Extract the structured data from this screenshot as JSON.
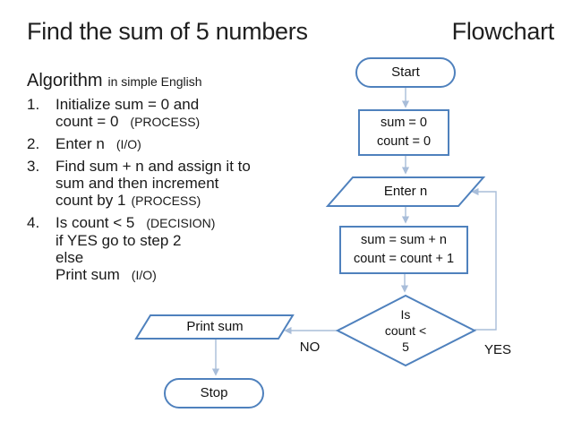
{
  "header": {
    "title": "Find the sum of 5 numbers",
    "right_label": "Flowchart"
  },
  "algorithm": {
    "heading": "Algorithm",
    "heading_note": "in simple English",
    "steps": [
      {
        "num": "1.",
        "line1": "Initialize sum = 0 and",
        "line2": "count = 0",
        "tag1": "(PROCESS)"
      },
      {
        "num": "2.",
        "line1": "Enter n",
        "tag1": "(I/O)"
      },
      {
        "num": "3.",
        "line1": "Find sum + n and assign it to",
        "line2": "sum and then increment",
        "line3": "count by 1",
        "tag1": "(PROCESS)"
      },
      {
        "num": "4.",
        "line1": "Is count < 5",
        "tag1": "(DECISION)",
        "line2": "if YES go to step 2",
        "line3": "else",
        "line4": "Print sum",
        "tag2": "(I/O)"
      }
    ]
  },
  "flowchart": {
    "start_label": "Start",
    "init_line1": "sum = 0",
    "init_line2": "count = 0",
    "input_label": "Enter n",
    "acc_line1": "sum = sum + n",
    "acc_line2": "count = count + 1",
    "dec_line1": "Is",
    "dec_line2": "count <",
    "dec_line3": "5",
    "yes_label": "YES",
    "no_label": "NO",
    "output_label": "Print sum",
    "stop_label": "Stop"
  },
  "colors": {
    "shape_border": "#4f81bd",
    "connector": "#a8bdd9",
    "text": "#1a1a1a",
    "background": "#ffffff"
  }
}
